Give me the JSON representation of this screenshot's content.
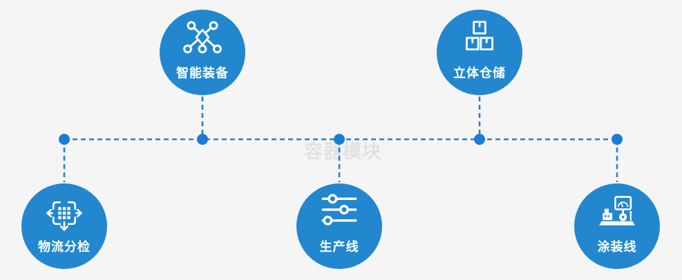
{
  "watermark": "容器模块",
  "colors": {
    "background": "#f5f5f5",
    "node_fill": "#2287ce",
    "connector_dash": "#2e7dc3",
    "junction_dot": "#1c7cd5",
    "label_text": "#ffffff",
    "watermark_text": "#e3e1e2"
  },
  "diagram": {
    "nodes": [
      {
        "id": "smart-equipment",
        "label": "智能装备",
        "icon": "network-icon",
        "position": "top-left"
      },
      {
        "id": "stereo-warehouse",
        "label": "立体仓储",
        "icon": "stacked-boxes-icon",
        "position": "top-right"
      },
      {
        "id": "logistics-sorting",
        "label": "物流分检",
        "icon": "sort-dispatch-icon",
        "position": "bottom-left"
      },
      {
        "id": "production-line",
        "label": "生产线",
        "icon": "sliders-icon",
        "position": "bottom-center"
      },
      {
        "id": "coating-line",
        "label": "涂装线",
        "icon": "machine-icon",
        "position": "bottom-right"
      }
    ]
  }
}
